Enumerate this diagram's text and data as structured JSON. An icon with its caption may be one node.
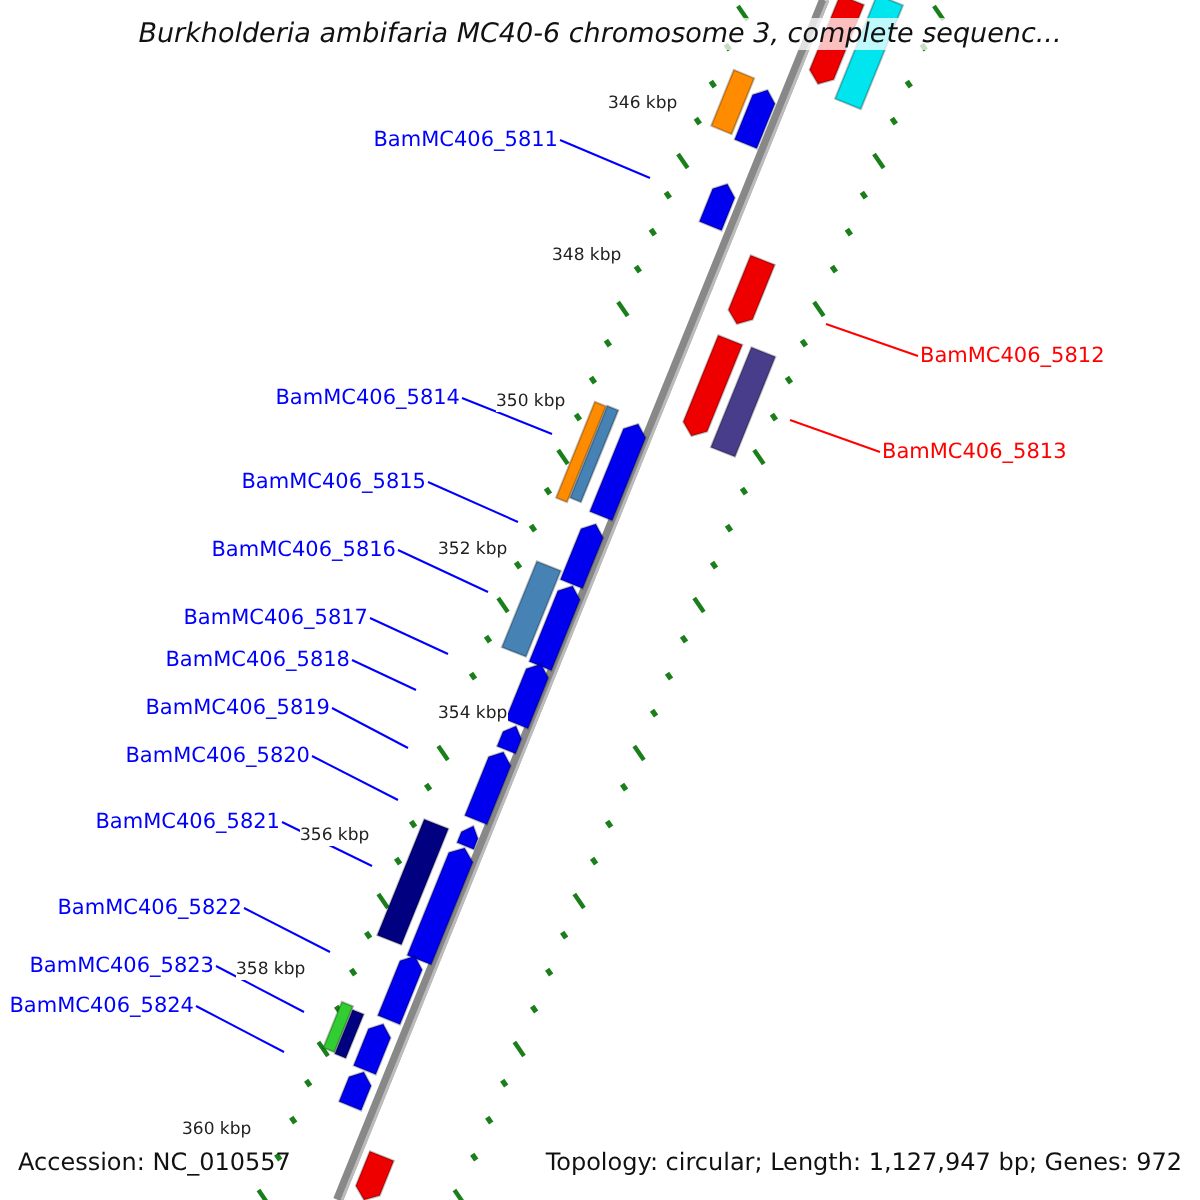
{
  "diagram": {
    "title": "Burkholderia ambifaria MC40-6 chromosome 3, complete sequenc...",
    "nodes": [
      {
        "text": [
          "BamMC406_5811"
        ]
      },
      {
        "text": [
          "BamMC406_5812"
        ]
      },
      {
        "text": [
          "BamMC406_5814"
        ]
      },
      {
        "text": [
          "BamMC406_5813"
        ]
      },
      {
        "text": [
          "BamMC406_5815"
        ]
      },
      {
        "text": [
          "BamMC406_5816"
        ]
      },
      {
        "text": [
          "BamMC406_5817"
        ]
      },
      {
        "text": [
          "BamMC406_5818"
        ]
      },
      {
        "text": [
          "BamMC406_5819"
        ]
      },
      {
        "text": [
          "BamMC406_5820"
        ]
      },
      {
        "text": [
          "BamMC406_5821"
        ]
      },
      {
        "text": [
          "BamMC406_5822"
        ]
      },
      {
        "text": [
          "BamMC406_5823"
        ]
      },
      {
        "text": [
          "BamMC406_5824"
        ]
      }
    ],
    "edges": [
      {
        "from": 0,
        "to": null,
        "arrow": "none"
      },
      {
        "from": 1,
        "to": null,
        "arrow": "none",
        "color": "#ff0000"
      },
      {
        "from": 2,
        "to": null,
        "arrow": "none"
      },
      {
        "from": 3,
        "to": null,
        "arrow": "none",
        "color": "#ff0000"
      },
      {
        "from": 4,
        "to": null,
        "arrow": "none"
      },
      {
        "from": 5,
        "to": null,
        "arrow": "none"
      },
      {
        "from": 6,
        "to": null,
        "arrow": "none"
      },
      {
        "from": 7,
        "to": null,
        "arrow": "none"
      },
      {
        "from": 8,
        "to": null,
        "arrow": "none"
      },
      {
        "from": 9,
        "to": null,
        "arrow": "none"
      },
      {
        "from": 10,
        "to": null,
        "arrow": "none"
      },
      {
        "from": 11,
        "to": null,
        "arrow": "none"
      },
      {
        "from": 12,
        "to": null,
        "arrow": "none"
      },
      {
        "from": 13,
        "to": null,
        "arrow": "none"
      }
    ],
    "labels": [
      "346 kbp",
      "348 kbp",
      "350 kbp",
      "352 kbp",
      "354 kbp",
      "356 kbp",
      "358 kbp",
      "360 kbp",
      "Accession: NC_010557",
      "Topology: circular; Length: 1,127,947 bp; Genes: 972"
    ]
  }
}
